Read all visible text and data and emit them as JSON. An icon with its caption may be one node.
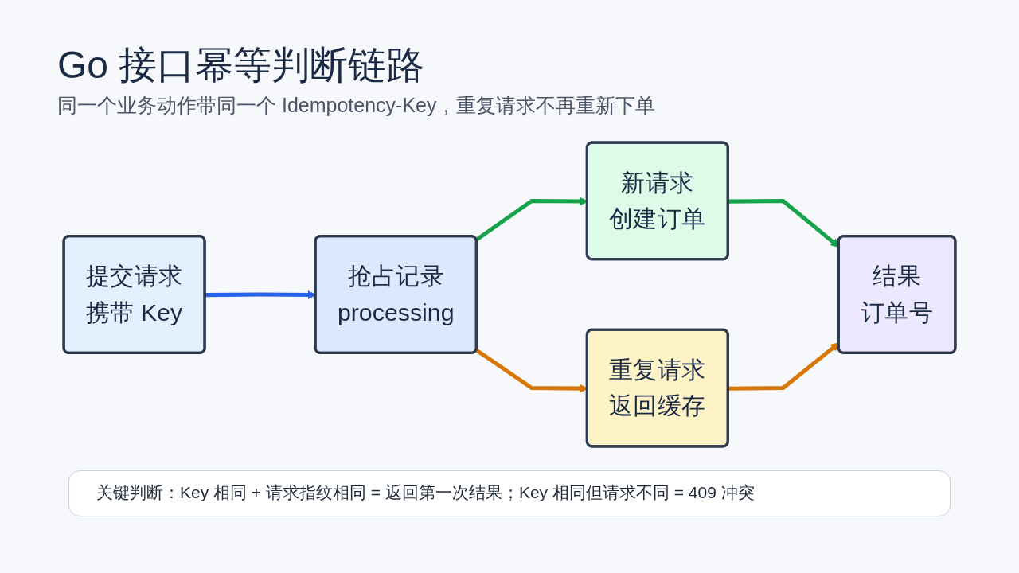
{
  "diagram": {
    "title": "Go 接口幂等判断链路",
    "nodes": [
      {
        "text": [
          "提交请求",
          "携带 Key"
        ]
      },
      {
        "text": [
          "抢占记录",
          "processing"
        ]
      },
      {
        "text": [
          "新请求",
          "创建订单"
        ]
      },
      {
        "text": [
          "重复请求",
          "返回缓存"
        ]
      },
      {
        "text": [
          "结果",
          "订单号"
        ]
      }
    ],
    "edges": [
      {
        "from": 0,
        "to": 1,
        "arrow": "to",
        "color": "#2563eb"
      },
      {
        "from": 1,
        "to": 2,
        "arrow": "to",
        "color": "#16a34a"
      },
      {
        "from": 1,
        "to": 3,
        "arrow": "to",
        "color": "#d97706"
      },
      {
        "from": 2,
        "to": 4,
        "arrow": "to",
        "color": "#16a34a"
      },
      {
        "from": 3,
        "to": 4,
        "arrow": "to",
        "color": "#d97706"
      }
    ],
    "labels": [
      "同一个业务动作带同一个 Idempotency-Key，重复请求不再重新下单",
      "关键判断：Key 相同 + 请求指纹相同 = 返回第一次结果；Key 相同但请求不同 = 409 冲突"
    ]
  }
}
